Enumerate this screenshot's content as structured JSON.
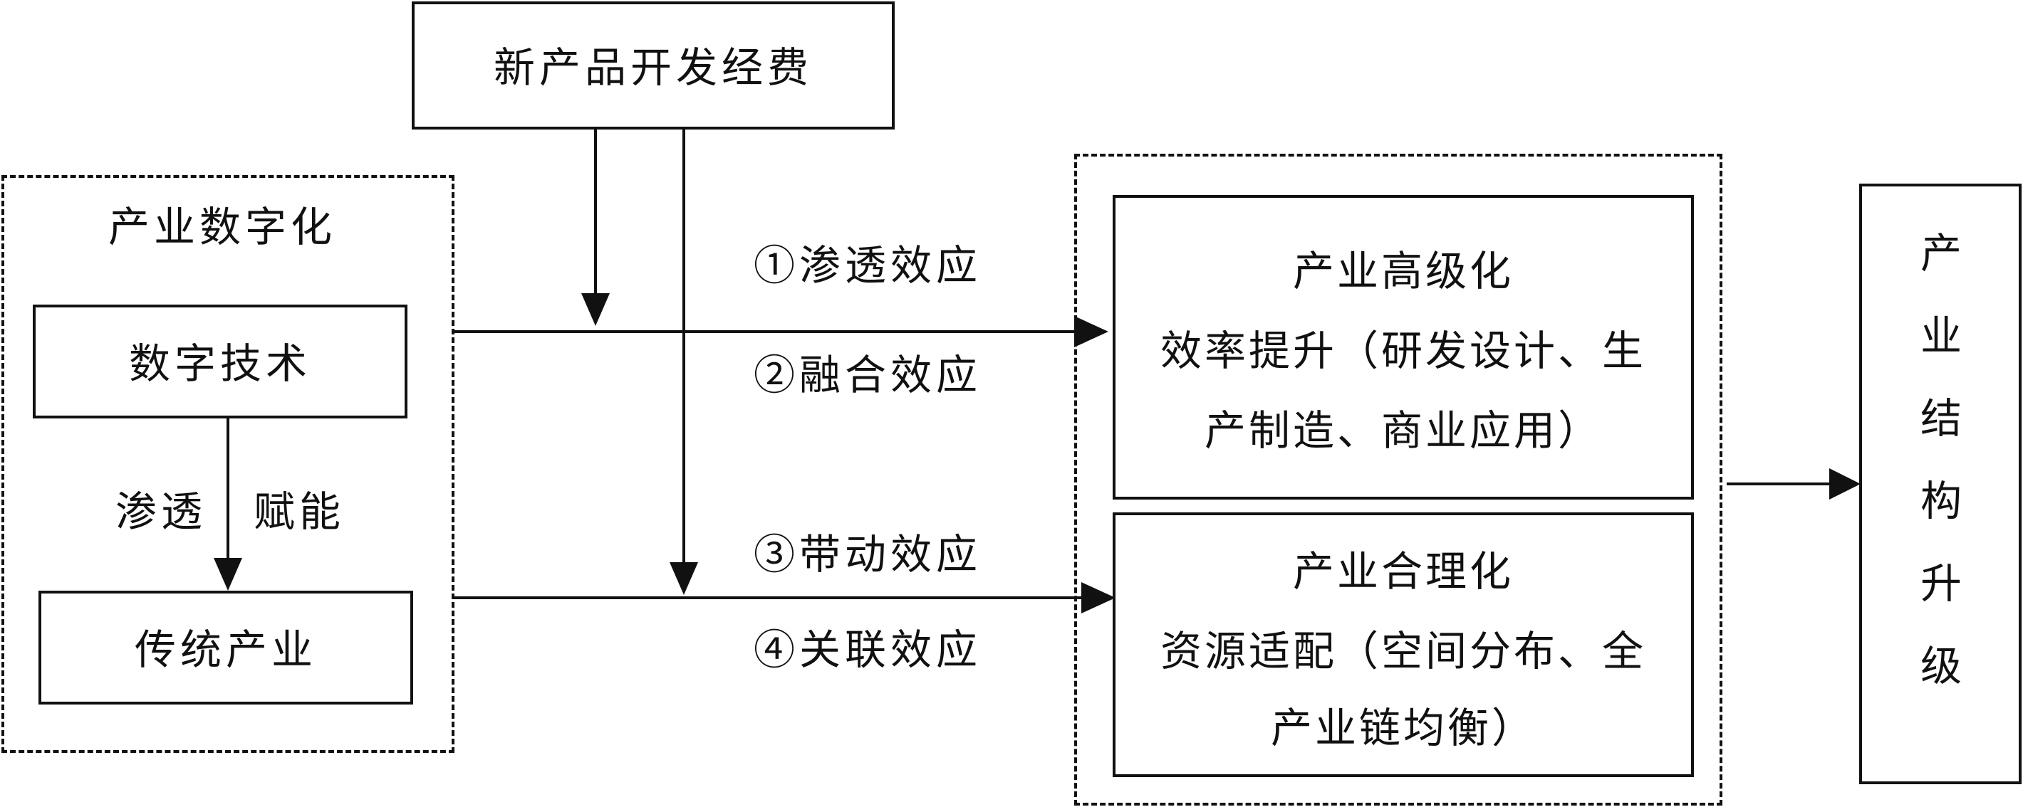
{
  "top_box": {
    "label": "新产品开发经费"
  },
  "left_group": {
    "title": "产业数字化",
    "digital_tech": "数字技术",
    "traditional": "传统产业",
    "edge_left": "渗透",
    "edge_right": "赋能"
  },
  "effects": {
    "e1": "①渗透效应",
    "e2": "②融合效应",
    "e3": "③带动效应",
    "e4": "④关联效应"
  },
  "right_group": {
    "advanced": {
      "title": "产业高级化",
      "line1": "效率提升（研发设计、生",
      "line2": "产制造、商业应用）"
    },
    "rational": {
      "title": "产业合理化",
      "line1": "资源适配（空间分布、全",
      "line2": "产业链均衡）"
    }
  },
  "outcome": {
    "chars": [
      "产",
      "业",
      "结",
      "构",
      "升",
      "级"
    ]
  }
}
